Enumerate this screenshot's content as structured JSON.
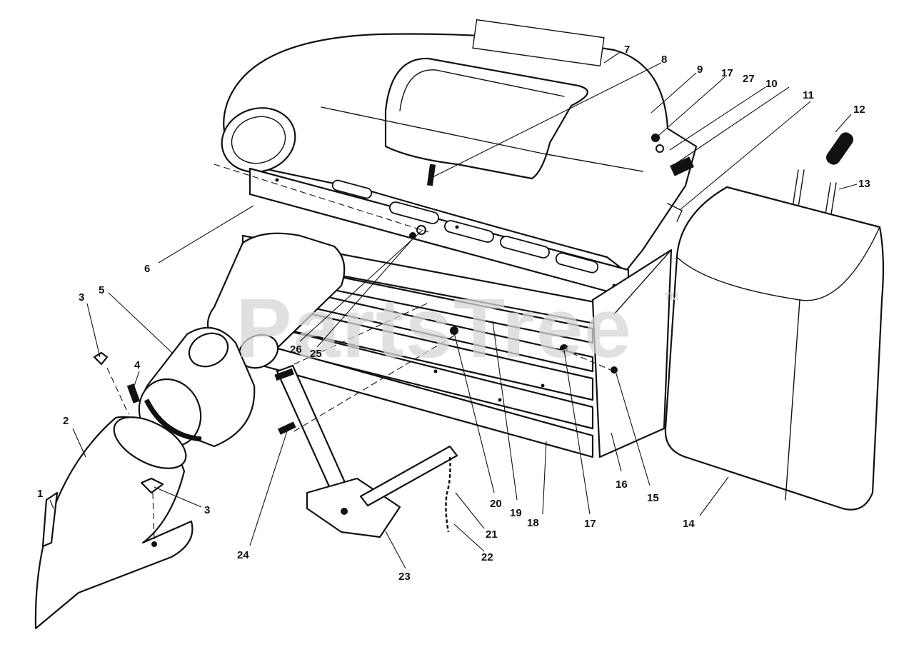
{
  "watermark": {
    "text": "PartsTree",
    "mark": "TM"
  },
  "callouts": [
    {
      "id": "c1",
      "label": "1"
    },
    {
      "id": "c2",
      "label": "2"
    },
    {
      "id": "c3a",
      "label": "3"
    },
    {
      "id": "c3b",
      "label": "3"
    },
    {
      "id": "c4",
      "label": "4"
    },
    {
      "id": "c5",
      "label": "5"
    },
    {
      "id": "c6",
      "label": "6"
    },
    {
      "id": "c7",
      "label": "7"
    },
    {
      "id": "c8",
      "label": "8"
    },
    {
      "id": "c9",
      "label": "9"
    },
    {
      "id": "c10",
      "label": "10"
    },
    {
      "id": "c11",
      "label": "11"
    },
    {
      "id": "c12",
      "label": "12"
    },
    {
      "id": "c13",
      "label": "13"
    },
    {
      "id": "c14",
      "label": "14"
    },
    {
      "id": "c15",
      "label": "15"
    },
    {
      "id": "c16",
      "label": "16"
    },
    {
      "id": "c17a",
      "label": "17"
    },
    {
      "id": "c17b",
      "label": "17"
    },
    {
      "id": "c18",
      "label": "18"
    },
    {
      "id": "c19",
      "label": "19"
    },
    {
      "id": "c20",
      "label": "20"
    },
    {
      "id": "c21",
      "label": "21"
    },
    {
      "id": "c22",
      "label": "22"
    },
    {
      "id": "c23",
      "label": "23"
    },
    {
      "id": "c24",
      "label": "24"
    },
    {
      "id": "c25",
      "label": "25"
    },
    {
      "id": "c26",
      "label": "26"
    },
    {
      "id": "c27",
      "label": "27"
    }
  ]
}
